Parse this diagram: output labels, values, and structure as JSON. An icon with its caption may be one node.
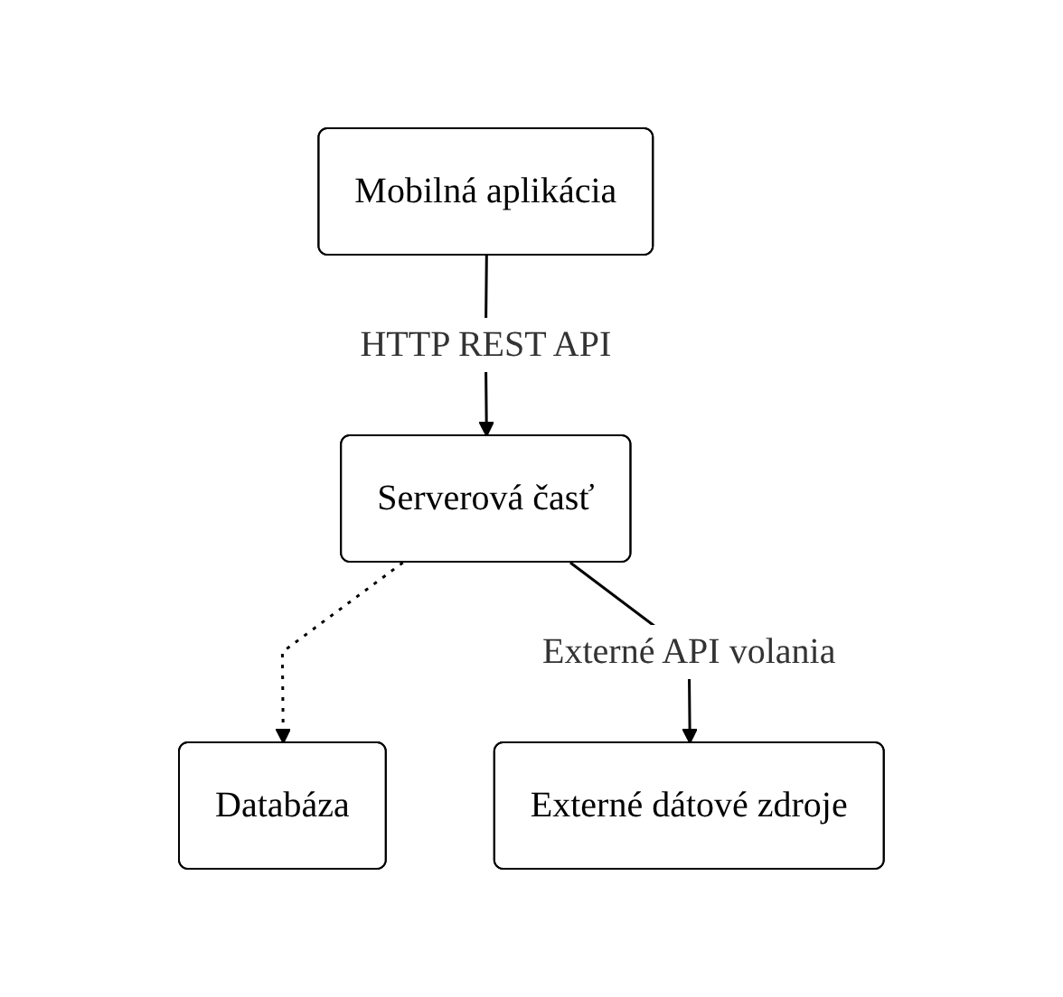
{
  "diagram": {
    "nodes": [
      {
        "text": [
          "Mobilná aplikácia"
        ]
      },
      {
        "text": [
          "Serverová časť"
        ]
      },
      {
        "text": [
          "Databáza"
        ]
      },
      {
        "text": [
          "Externé dátové zdroje"
        ]
      }
    ],
    "edges": [
      {
        "from": 0,
        "to": 1,
        "arrow": "to",
        "label": "HTTP REST API"
      },
      {
        "from": 1,
        "to": 2,
        "arrow": "to",
        "style": "dashed"
      },
      {
        "from": 1,
        "to": 3,
        "arrow": "to",
        "label": "Externé API volania"
      }
    ]
  }
}
